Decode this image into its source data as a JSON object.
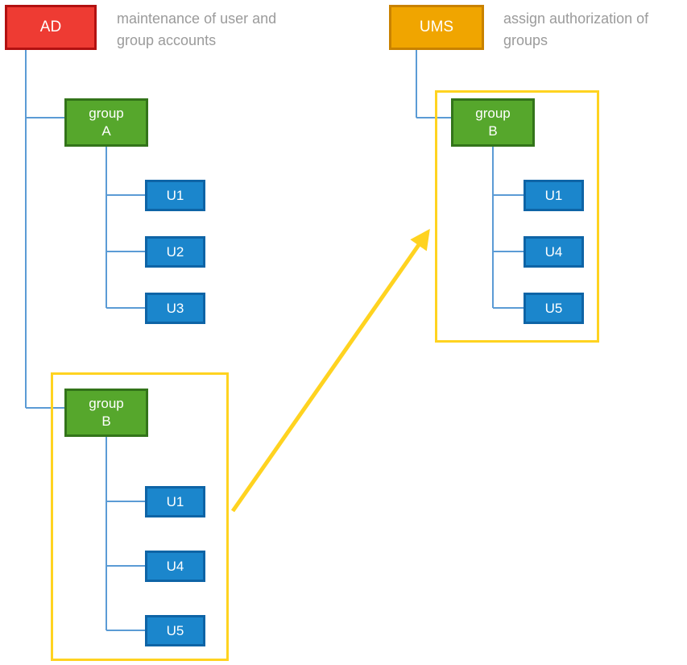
{
  "ad": {
    "label": "AD",
    "caption": "maintenance of user and group accounts"
  },
  "ums": {
    "label": "UMS",
    "caption": "assign authorization of groups"
  },
  "groups": {
    "ad_group_a": {
      "label": "group\nA"
    },
    "ad_group_b": {
      "label": "group\nB"
    },
    "ums_group_b": {
      "label": "group\nB"
    }
  },
  "users": {
    "ad_group_a": [
      "U1",
      "U2",
      "U3"
    ],
    "ad_group_b": [
      "U1",
      "U4",
      "U5"
    ],
    "ums_group_b": [
      "U1",
      "U4",
      "U5"
    ]
  },
  "colors": {
    "ad_fill": "#ee3b33",
    "ad_border": "#b21111",
    "ums_fill": "#f0a500",
    "ums_border": "#c98200",
    "group_fill": "#56a72c",
    "group_border": "#33741a",
    "user_fill": "#1b86cc",
    "user_border": "#0e64a6",
    "connector": "#5b9bd5",
    "frame_color": "#ffd320",
    "caption_color": "#9b9b9b"
  }
}
